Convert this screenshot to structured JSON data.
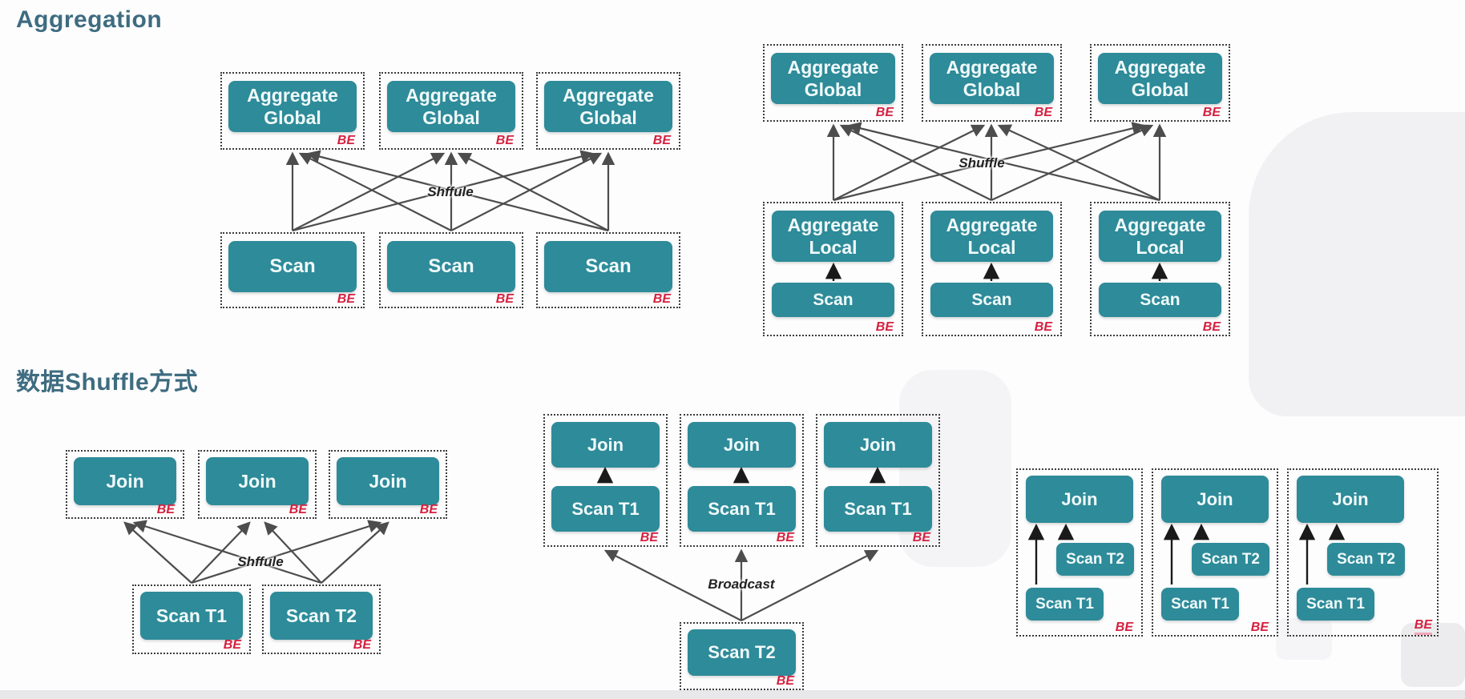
{
  "section_aggregation": {
    "title": "Aggregation"
  },
  "section_shuffle": {
    "title": "数据Shuffle方式"
  },
  "labels": {
    "backend": "BE",
    "shuffle_misspelled": "Shffule",
    "shuffle": "Shuffle",
    "broadcast": "Broadcast"
  },
  "nodes": {
    "aggregate_global": "Aggregate Global",
    "aggregate_local": "Aggregate Local",
    "scan": "Scan",
    "join": "Join",
    "scan_t1": "Scan T1",
    "scan_t2": "Scan T2"
  },
  "colors": {
    "node_fill": "#2E8B99",
    "node_text": "#F1FAFB",
    "backend_tag": "#D6203F",
    "section_title": "#3E6C80",
    "arrow": "#4D4D4D"
  }
}
